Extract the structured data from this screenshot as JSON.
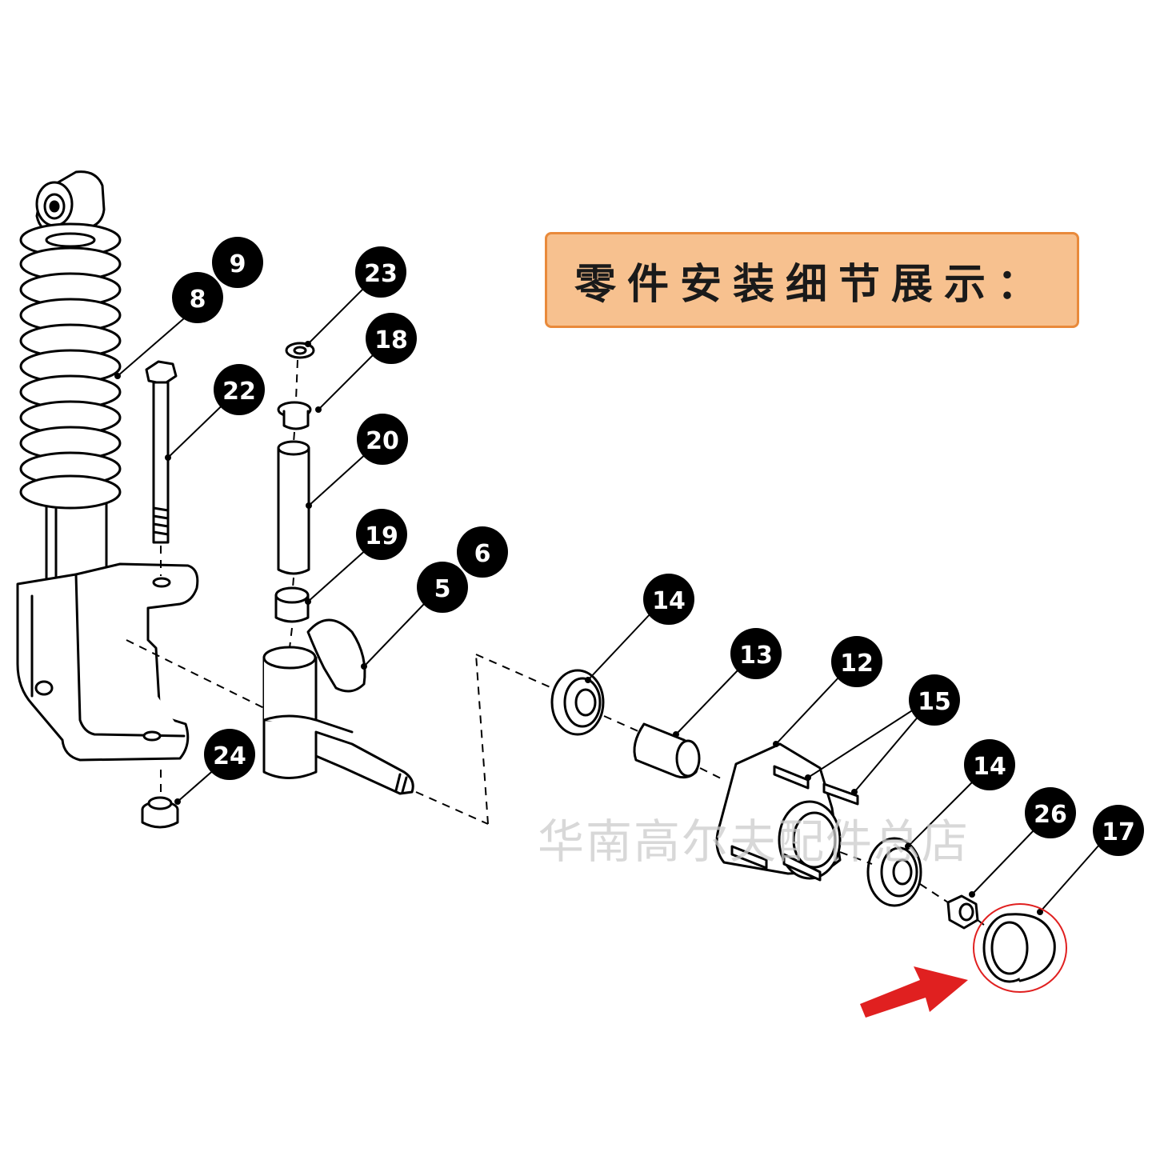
{
  "banner": {
    "title": "零件安装细节展示："
  },
  "watermark": {
    "text": "华南高尔夫配件总店"
  },
  "colors": {
    "banner_fill": "#f7c18f",
    "banner_border": "#e98a3b",
    "highlight": "#e02020",
    "badge": "#000000"
  },
  "callouts": [
    {
      "id": "c9",
      "label": "9"
    },
    {
      "id": "c8",
      "label": "8"
    },
    {
      "id": "c23",
      "label": "23"
    },
    {
      "id": "c18",
      "label": "18"
    },
    {
      "id": "c22",
      "label": "22"
    },
    {
      "id": "c20",
      "label": "20"
    },
    {
      "id": "c19",
      "label": "19"
    },
    {
      "id": "c6",
      "label": "6"
    },
    {
      "id": "c5",
      "label": "5"
    },
    {
      "id": "c24",
      "label": "24"
    },
    {
      "id": "c14a",
      "label": "14"
    },
    {
      "id": "c13",
      "label": "13"
    },
    {
      "id": "c12",
      "label": "12"
    },
    {
      "id": "c15",
      "label": "15"
    },
    {
      "id": "c14b",
      "label": "14"
    },
    {
      "id": "c26",
      "label": "26"
    },
    {
      "id": "c17",
      "label": "17"
    }
  ],
  "highlighted_part": "17",
  "highlight_arrow": "arrow-right-up-icon"
}
